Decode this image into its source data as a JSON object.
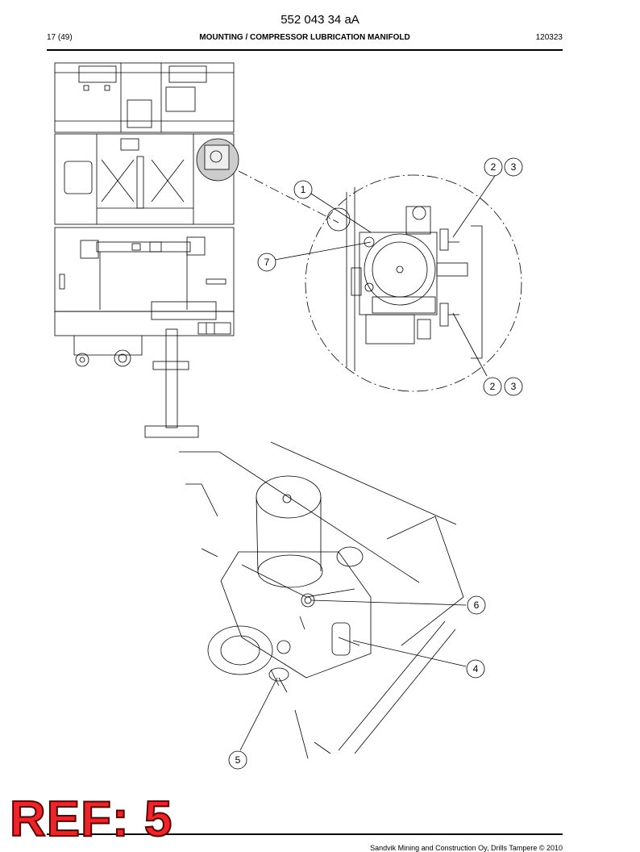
{
  "header": {
    "doc_number": "552 043 34 aA",
    "page": "17 (49)",
    "title": "MOUNTING / COMPRESSOR LUBRICATION MANIFOLD",
    "code": "120323"
  },
  "callouts": {
    "c1": "1",
    "c2a": "2",
    "c3a": "3",
    "c7": "7",
    "c2b": "2",
    "c3b": "3",
    "c6": "6",
    "c4": "4",
    "c5": "5"
  },
  "stamp": {
    "text": "REF: 5"
  },
  "footer": {
    "copyright": "Sandvik Mining and Construction Oy, Drills Tampere © 2010"
  },
  "colors": {
    "stamp": "#e8262b",
    "line": "#000000"
  }
}
